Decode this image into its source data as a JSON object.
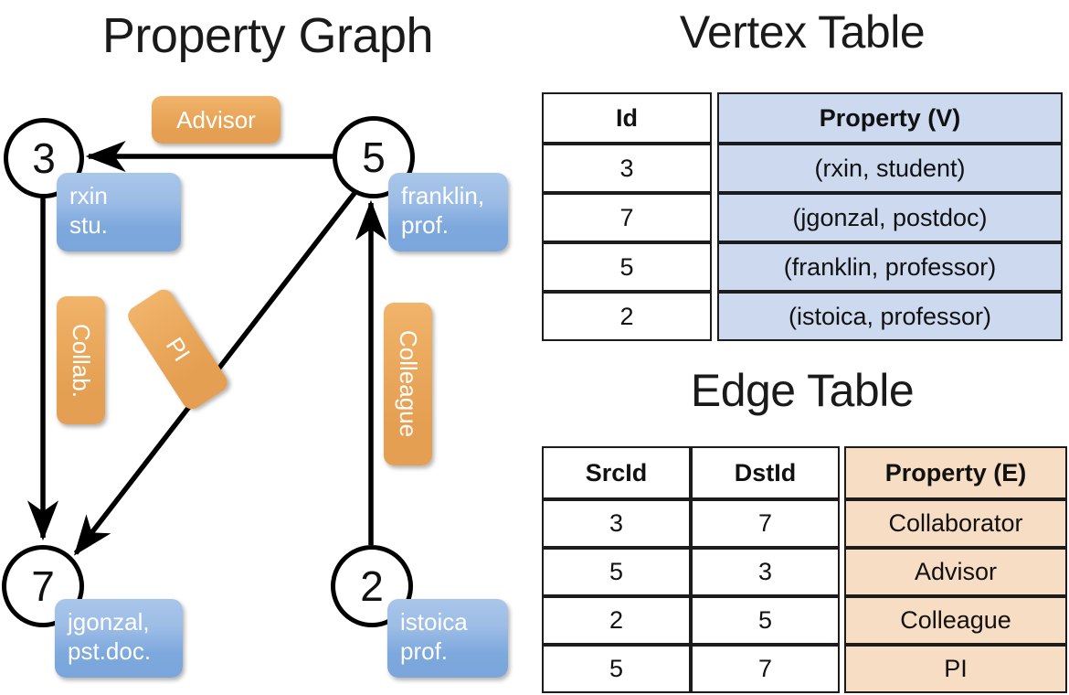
{
  "titles": {
    "property_graph": "Property Graph",
    "vertex_table": "Vertex Table",
    "edge_table": "Edge Table"
  },
  "graph": {
    "nodes": [
      {
        "id": "3",
        "property": "rxin\nstu."
      },
      {
        "id": "5",
        "property": "franklin,\nprof."
      },
      {
        "id": "7",
        "property": "jgonzal,\npst.doc."
      },
      {
        "id": "2",
        "property": "istoica\nprof."
      }
    ],
    "edge_labels": {
      "advisor": "Advisor",
      "collab": "Collab.",
      "pi": "PI",
      "colleague": "Colleague"
    },
    "edges": [
      {
        "from": "5",
        "to": "3",
        "label": "Advisor"
      },
      {
        "from": "3",
        "to": "7",
        "label": "Collab."
      },
      {
        "from": "5",
        "to": "7",
        "label": "PI"
      },
      {
        "from": "2",
        "to": "5",
        "label": "Colleague"
      }
    ]
  },
  "vertex_table": {
    "headers": [
      "Id",
      "Property (V)"
    ],
    "rows": [
      {
        "id": "3",
        "property": "(rxin, student)"
      },
      {
        "id": "7",
        "property": "(jgonzal, postdoc)"
      },
      {
        "id": "5",
        "property": "(franklin, professor)"
      },
      {
        "id": "2",
        "property": "(istoica, professor)"
      }
    ]
  },
  "edge_table": {
    "headers": [
      "SrcId",
      "DstId",
      "Property (E)"
    ],
    "rows": [
      {
        "src": "3",
        "dst": "7",
        "property": "Collaborator"
      },
      {
        "src": "5",
        "dst": "3",
        "property": "Advisor"
      },
      {
        "src": "2",
        "dst": "5",
        "property": "Colleague"
      },
      {
        "src": "5",
        "dst": "7",
        "property": "PI"
      }
    ]
  },
  "colors": {
    "vertex_fill": "#ccd9ef",
    "edge_fill": "#f6ddc3",
    "node_label_blue": "#7da8dd",
    "edge_label_orange": "#e9a75d",
    "border": "#1c1c1c"
  }
}
